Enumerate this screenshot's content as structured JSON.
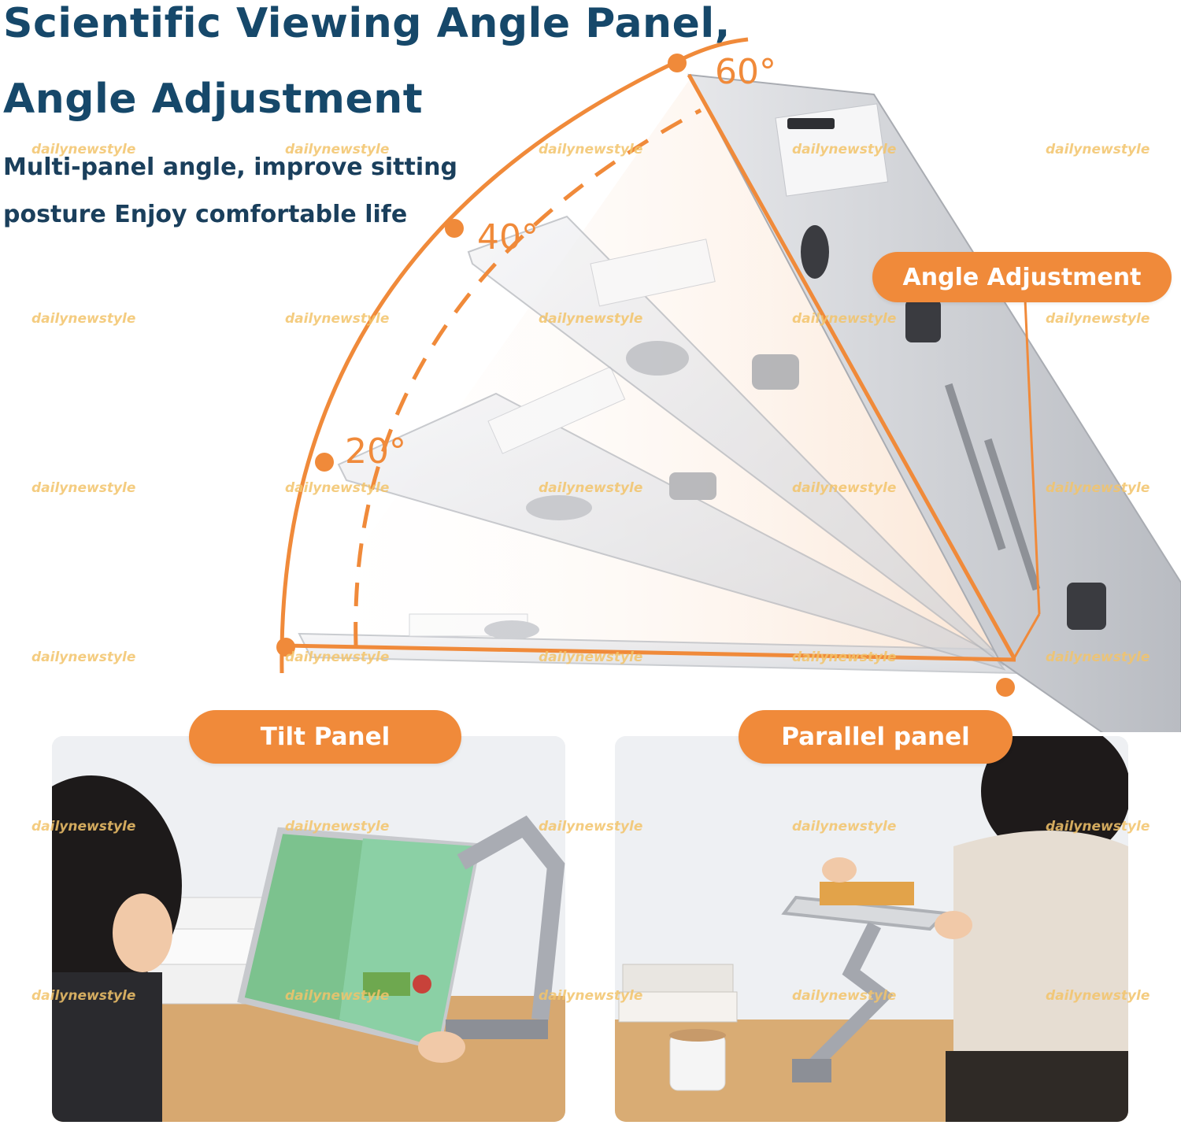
{
  "headline": {
    "line1": "Scientific Viewing Angle Panel,",
    "line2": "Angle Adjustment",
    "sub1": "Multi-panel angle, improve sitting",
    "sub2": "posture Enjoy comfortable life"
  },
  "angles": {
    "a20": "20°",
    "a40": "40°",
    "a60": "60°"
  },
  "labels": {
    "angle_adjustment": "Angle Adjustment",
    "tilt_panel": "Tilt Panel",
    "parallel_panel": "Parallel panel"
  },
  "watermark": "dailynewstyle",
  "colors": {
    "accent": "#f08a3a",
    "headline": "#16486a",
    "watermark": "#f3c46a"
  }
}
